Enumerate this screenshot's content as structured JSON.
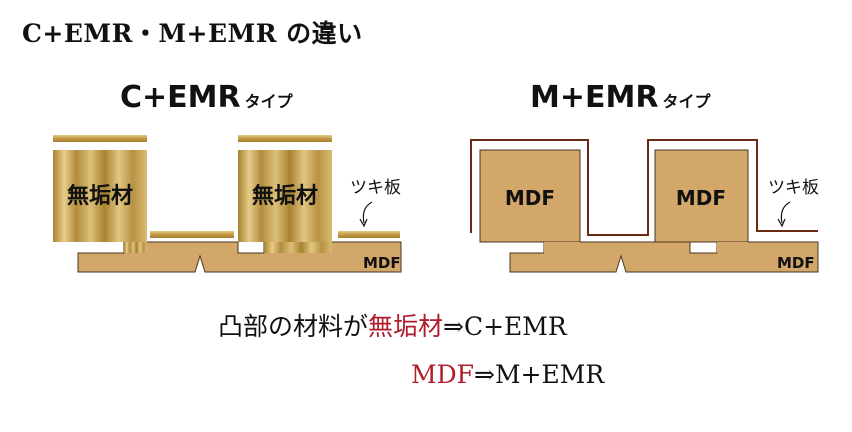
{
  "page_title": "C+EMR・M+EMR の違い",
  "c_type": {
    "title": "C+EMR",
    "title_suffix": "タイプ",
    "block_label": "無垢材",
    "sheet_label": "ツキ板",
    "base_label": "MDF"
  },
  "m_type": {
    "title": "M+EMR",
    "title_suffix": "タイプ",
    "block_label": "MDF",
    "sheet_label": "ツキ板",
    "base_label": "MDF"
  },
  "conclusion": {
    "line1_prefix": "凸部の材料が",
    "line1_highlight": "無垢材",
    "line1_suffix": "⇒C+EMR",
    "line2_highlight": "MDF",
    "line2_suffix": "⇒M+EMR"
  },
  "colors": {
    "accent": "#b01c2c",
    "mdf": "#d3a66a",
    "solid_wood": "#c9a24e",
    "veneer_line": "#6b2a12"
  }
}
